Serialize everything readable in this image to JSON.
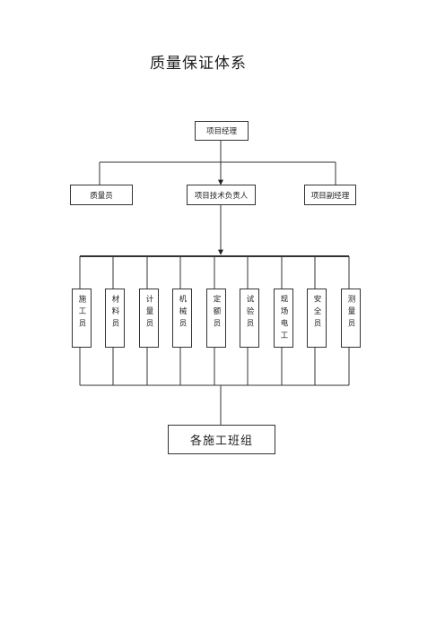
{
  "title": "质量保证体系",
  "nodes": {
    "pm": "项目经理",
    "quality": "质量员",
    "tech_lead": "项目技术负责人",
    "deputy_pm": "项目副经理",
    "teams": "各施工班组"
  },
  "roles": [
    "施工员",
    "材料员",
    "计量员",
    "机械员",
    "定额员",
    "试验员",
    "现场电工",
    "安全员",
    "测量员"
  ]
}
